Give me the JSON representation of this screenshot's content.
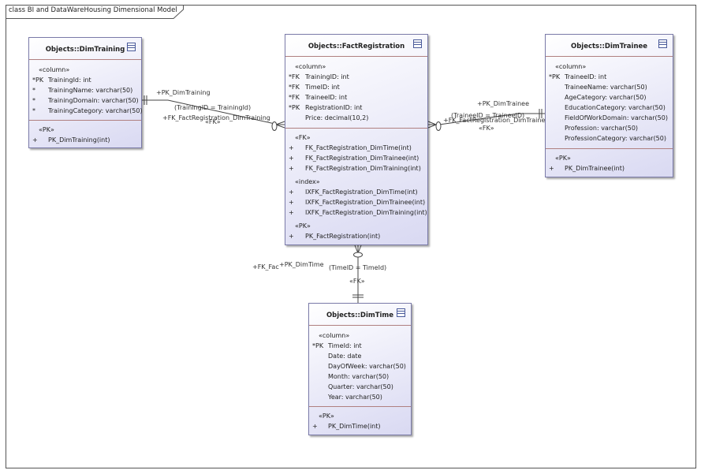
{
  "diagram_title": "class BI and DataWareHousing Dimensional Model",
  "entities": {
    "dim_training": {
      "title": "Objects::DimTraining",
      "column_stereotype": "«column»",
      "columns": [
        {
          "prefix": "*PK",
          "text": "TrainingId: int"
        },
        {
          "prefix": "*",
          "text": "TrainingName: varchar(50)"
        },
        {
          "prefix": "*",
          "text": "TrainingDomain: varchar(50)"
        },
        {
          "prefix": "*",
          "text": "TrainingCategory: varchar(50)"
        }
      ],
      "pk_stereotype": "«PK»",
      "pk": [
        {
          "prefix": "+",
          "text": "PK_DimTraining(int)"
        }
      ]
    },
    "fact_registration": {
      "title": "Objects::FactRegistration",
      "column_stereotype": "«column»",
      "columns": [
        {
          "prefix": "*FK",
          "text": "TrainingID: int"
        },
        {
          "prefix": "*FK",
          "text": "TimeID: int"
        },
        {
          "prefix": "*FK",
          "text": "TraineeID: int"
        },
        {
          "prefix": "*PK",
          "text": "RegistrationID: int"
        },
        {
          "prefix": "",
          "text": "Price: decimal(10,2)"
        }
      ],
      "fk_stereotype": "«FK»",
      "fks": [
        {
          "prefix": "+",
          "text": "FK_FactRegistration_DimTime(int)"
        },
        {
          "prefix": "+",
          "text": "FK_FactRegistration_DimTrainee(int)"
        },
        {
          "prefix": "+",
          "text": "FK_FactRegistration_DimTraining(int)"
        }
      ],
      "index_stereotype": "«index»",
      "indexes": [
        {
          "prefix": "+",
          "text": "IXFK_FactRegistration_DimTime(int)"
        },
        {
          "prefix": "+",
          "text": "IXFK_FactRegistration_DimTrainee(int)"
        },
        {
          "prefix": "+",
          "text": "IXFK_FactRegistration_DimTraining(int)"
        }
      ],
      "pk_stereotype": "«PK»",
      "pk": [
        {
          "prefix": "+",
          "text": "PK_FactRegistration(int)"
        }
      ]
    },
    "dim_trainee": {
      "title": "Objects::DimTrainee",
      "column_stereotype": "«column»",
      "columns": [
        {
          "prefix": "*PK",
          "text": "TraineeID: int"
        },
        {
          "prefix": "",
          "text": "TraineeName: varchar(50)"
        },
        {
          "prefix": "",
          "text": "AgeCategory: varchar(50)"
        },
        {
          "prefix": "",
          "text": "EducationCategory: varchar(50)"
        },
        {
          "prefix": "",
          "text": "FieldOfWorkDomain: varchar(50)"
        },
        {
          "prefix": "",
          "text": "Profession: varchar(50)"
        },
        {
          "prefix": "",
          "text": "ProfessionCategory: varchar(50)"
        }
      ],
      "pk_stereotype": "«PK»",
      "pk": [
        {
          "prefix": "+",
          "text": "PK_DimTrainee(int)"
        }
      ]
    },
    "dim_time": {
      "title": "Objects::DimTime",
      "column_stereotype": "«column»",
      "columns": [
        {
          "prefix": "*PK",
          "text": "TimeId: int"
        },
        {
          "prefix": "",
          "text": "Date: date"
        },
        {
          "prefix": "",
          "text": "DayOfWeek: varchar(50)"
        },
        {
          "prefix": "",
          "text": "Month: varchar(50)"
        },
        {
          "prefix": "",
          "text": "Quarter: varchar(50)"
        },
        {
          "prefix": "",
          "text": "Year: varchar(50)"
        }
      ],
      "pk_stereotype": "«PK»",
      "pk": [
        {
          "prefix": "+",
          "text": "PK_DimTime(int)"
        }
      ]
    }
  },
  "connectors": {
    "training": {
      "pk_label": "+PK_DimTraining",
      "condition": "(TrainingID = TrainingId)",
      "fk_label": "+FK_FactRegistration_DimTraining",
      "fk_stereotype": "«FK»"
    },
    "trainee": {
      "pk_label": "+PK_DimTrainee",
      "condition": "(TraineeID = TraineeID)",
      "fk_label": "+FK_FactRegistration_DimTrainee",
      "fk_stereotype": "«FK»"
    },
    "time": {
      "fk_label": "+FK_Fac",
      "pk_label": "+PK_DimTime",
      "condition": "(TimeID = TimeId)",
      "fk_stereotype": "«FK»"
    }
  }
}
